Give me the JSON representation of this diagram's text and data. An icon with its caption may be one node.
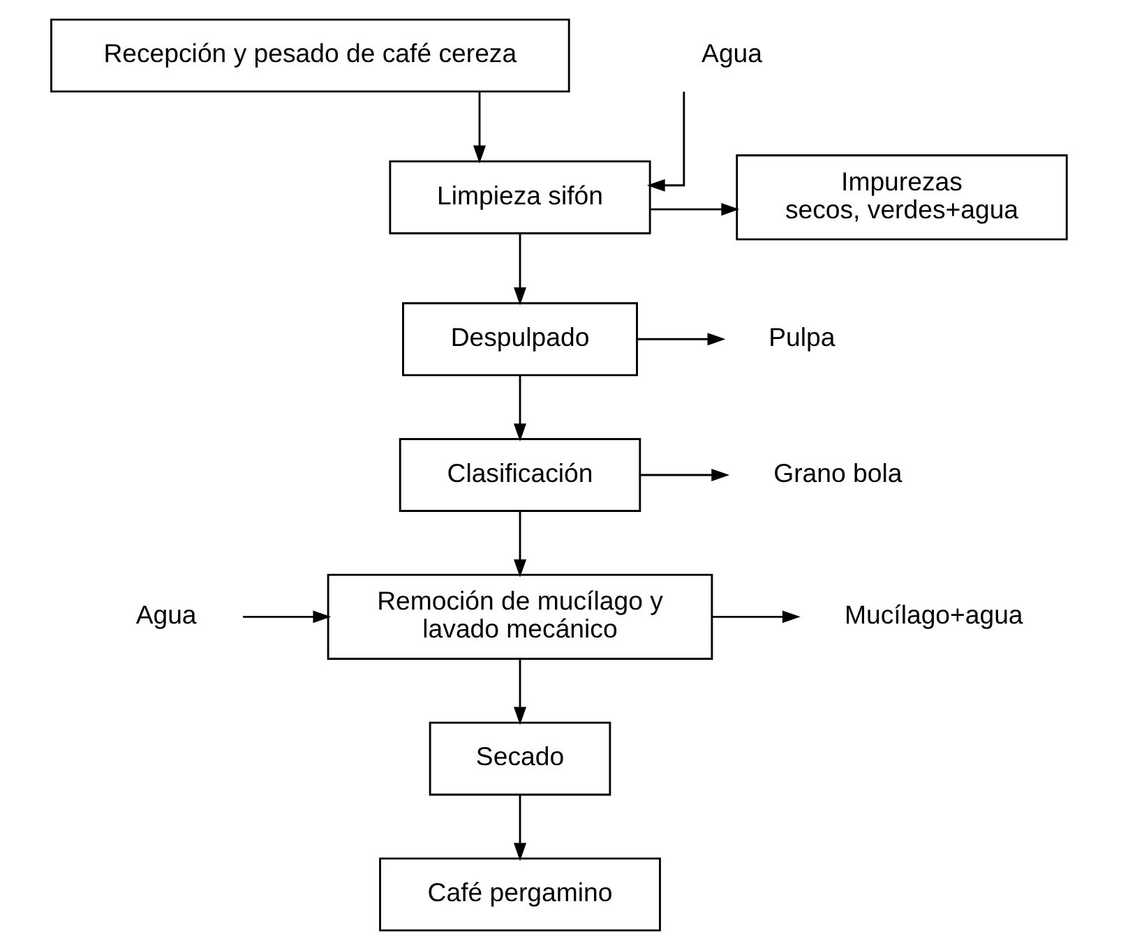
{
  "diagram": {
    "nodes": [
      {
        "text": [
          "Recepción y pesado de café cereza"
        ]
      },
      {
        "text": [
          "Agua"
        ]
      },
      {
        "text": [
          "Limpieza sifón"
        ]
      },
      {
        "text": [
          "Impurezas",
          "secos, verdes+agua"
        ]
      },
      {
        "text": [
          "Despulpado"
        ]
      },
      {
        "text": [
          "Pulpa"
        ]
      },
      {
        "text": [
          "Clasificación"
        ]
      },
      {
        "text": [
          "Grano bola"
        ]
      },
      {
        "text": [
          "Agua"
        ]
      },
      {
        "text": [
          "Remoción de mucílago y lavado mecánico"
        ]
      },
      {
        "text": [
          "Mucílago+agua"
        ]
      },
      {
        "text": [
          "Secado"
        ]
      },
      {
        "text": [
          "Café pergamino"
        ]
      }
    ],
    "edges": [
      {
        "from": 0,
        "to": 2,
        "arrow": "to"
      },
      {
        "from": 1,
        "to": 2,
        "arrow": "to"
      },
      {
        "from": 2,
        "to": 3,
        "arrow": "to"
      },
      {
        "from": 2,
        "to": 4,
        "arrow": "to"
      },
      {
        "from": 4,
        "to": 5,
        "arrow": "to"
      },
      {
        "from": 4,
        "to": 6,
        "arrow": "to"
      },
      {
        "from": 6,
        "to": 7,
        "arrow": "to"
      },
      {
        "from": 6,
        "to": 9,
        "arrow": "to"
      },
      {
        "from": 8,
        "to": 9,
        "arrow": "to"
      },
      {
        "from": 9,
        "to": 10,
        "arrow": "to"
      },
      {
        "from": 9,
        "to": 11,
        "arrow": "to"
      },
      {
        "from": 11,
        "to": 12,
        "arrow": "to"
      }
    ]
  }
}
